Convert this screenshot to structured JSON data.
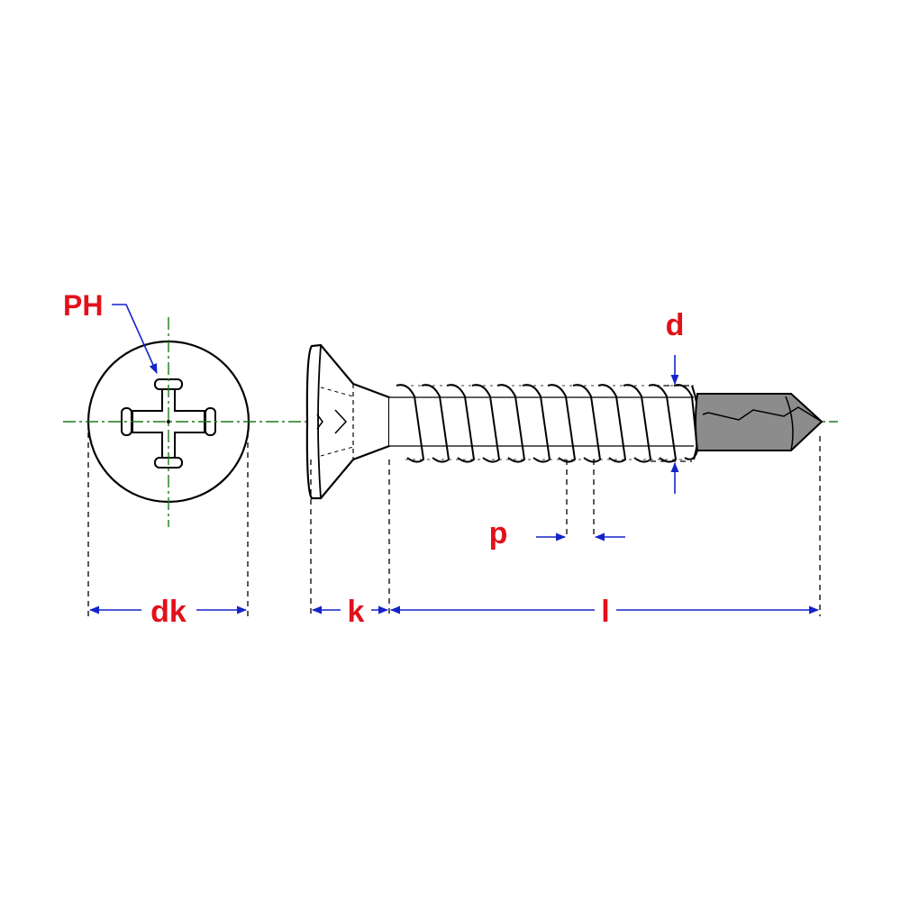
{
  "labels": {
    "ph": "PH",
    "dk": "dk",
    "k": "k",
    "l": "l",
    "p": "p",
    "d": "d"
  },
  "colors": {
    "label": "#e3101a",
    "dimension": "#1424c8",
    "centerline": "#1b7a1b",
    "outline": "#000000",
    "drill_tip": "#8c8c8c"
  }
}
